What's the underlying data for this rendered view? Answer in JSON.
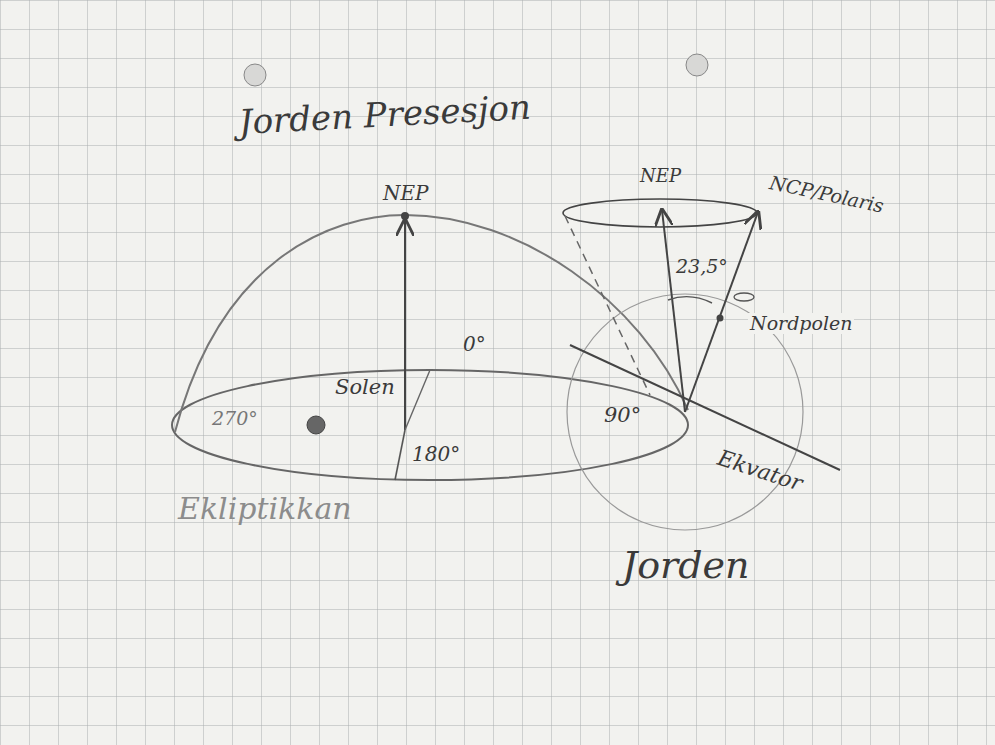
{
  "diagram": {
    "title": "Jorden Presesjon",
    "labels": [
      "NEP",
      "0°",
      "Solen",
      "270°",
      "180°",
      "90°",
      "Ekliptikkan",
      "NEP",
      "NCP/Polaris",
      "23,5°",
      "Nordpolen",
      "Ekvator",
      "Jorden"
    ]
  }
}
